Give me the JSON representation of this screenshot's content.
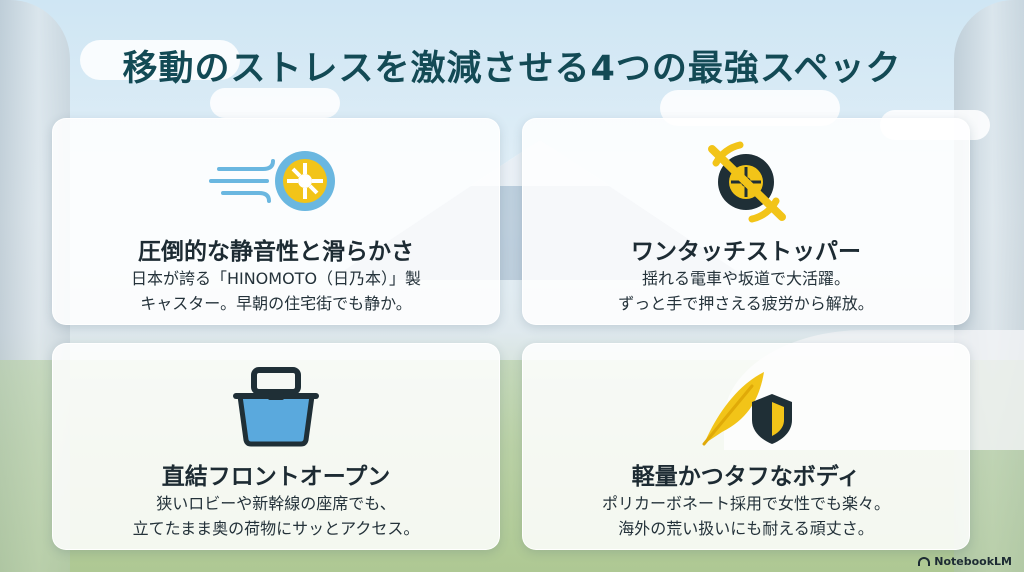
{
  "title": "移動のストレスを激減させる4つの最強スペック",
  "colors": {
    "title": "#134a55",
    "accent_yellow": "#f2c418",
    "dark_icon": "#1f2f36",
    "bag_blue": "#5aa9dd",
    "wind_blue": "#6ab7e0"
  },
  "cards": [
    {
      "icon": "wheel-wind-icon",
      "title": "圧倒的な静音性と滑らかさ",
      "desc": [
        "日本が誇る「HINOMOTO（日乃本）」製",
        "キャスター。早朝の住宅街でも静か。"
      ]
    },
    {
      "icon": "wheel-stopper-icon",
      "title": "ワンタッチストッパー",
      "desc": [
        "揺れる電車や坂道で大活躍。",
        "ずっと手で押さえる疲労から解放。"
      ]
    },
    {
      "icon": "suitcase-front-open-icon",
      "title": "直結フロントオープン",
      "desc": [
        "狭いロビーや新幹線の座席でも、",
        "立てたまま奥の荷物にサッとアクセス。"
      ]
    },
    {
      "icon": "feather-shield-icon",
      "title": "軽量かつタフなボディ",
      "desc": [
        "ポリカーボネート採用で女性でも楽々。",
        "海外の荒い扱いにも耐える頑丈さ。"
      ]
    }
  ],
  "watermark": "NotebookLM"
}
